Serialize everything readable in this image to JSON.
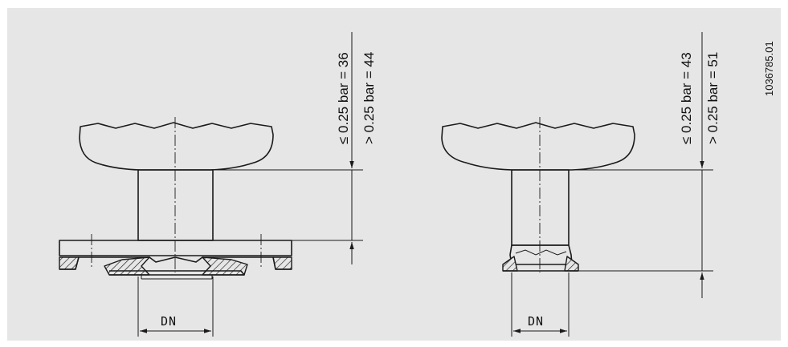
{
  "left_figure": {
    "label_le": "≤ 0.25 bar = 36",
    "label_gt": "> 0.25 bar = 44",
    "dn_label": "DN"
  },
  "right_figure": {
    "label_le": "≤ 0.25 bar = 43",
    "label_gt": "> 0.25 bar = 51",
    "dn_label": "DN"
  },
  "drawing_number": "1036785.01"
}
